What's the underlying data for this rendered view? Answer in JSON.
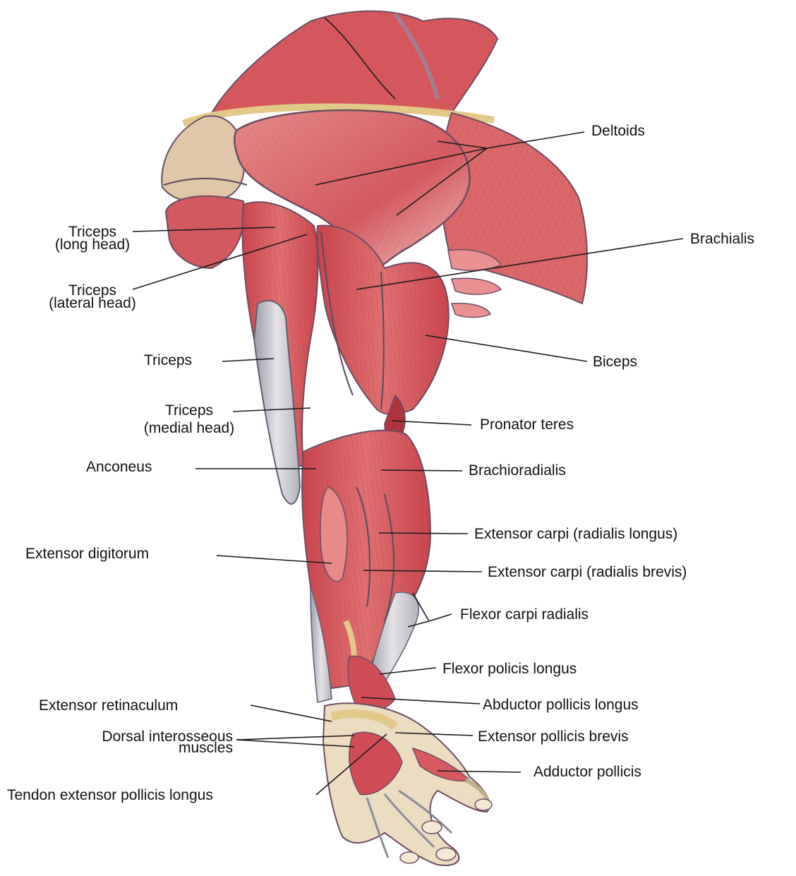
{
  "colors": {
    "muscle": "#d9535a",
    "muscle_light": "#ec9a97",
    "muscle_dark": "#a83a3f",
    "tendon": "#d8d4d6",
    "tendon_shadow": "#8b8c9a",
    "fascia_yellow": "#e8d08a",
    "outline": "#5a4a5c",
    "leader": "#1a1a1a",
    "label": "#111111",
    "background": "#ffffff"
  },
  "labels": {
    "deltoids": "Deltoids",
    "triceps_long_1": "Triceps",
    "triceps_long_2": "(long head)",
    "brachialis": "Brachialis",
    "triceps_lateral_1": "Triceps",
    "triceps_lateral_2": "(lateral head)",
    "triceps": "Triceps",
    "biceps": "Biceps",
    "triceps_medial_1": "Triceps",
    "triceps_medial_2": "(medial head)",
    "pronator_teres": "Pronator teres",
    "anconeus": "Anconeus",
    "brachioradialis": "Brachioradialis",
    "ecrl": "Extensor carpi (radialis longus)",
    "extensor_digitorum": "Extensor digitorum",
    "ecrb": "Extensor carpi (radialis brevis)",
    "flexor_carpi_radialis": "Flexor carpi radialis",
    "flexor_policis_longus": "Flexor policis longus",
    "extensor_retinaculum": "Extensor retinaculum",
    "abductor_pollicis_longus": "Abductor pollicis longus",
    "dorsal_interosseous_1": "Dorsal interosseous",
    "dorsal_interosseous_2": "muscles",
    "extensor_pollicis_brevis": "Extensor pollicis brevis",
    "adductor_pollicis": "Adductor pollicis",
    "tendon_epl": "Tendon extensor pollicis longus"
  }
}
